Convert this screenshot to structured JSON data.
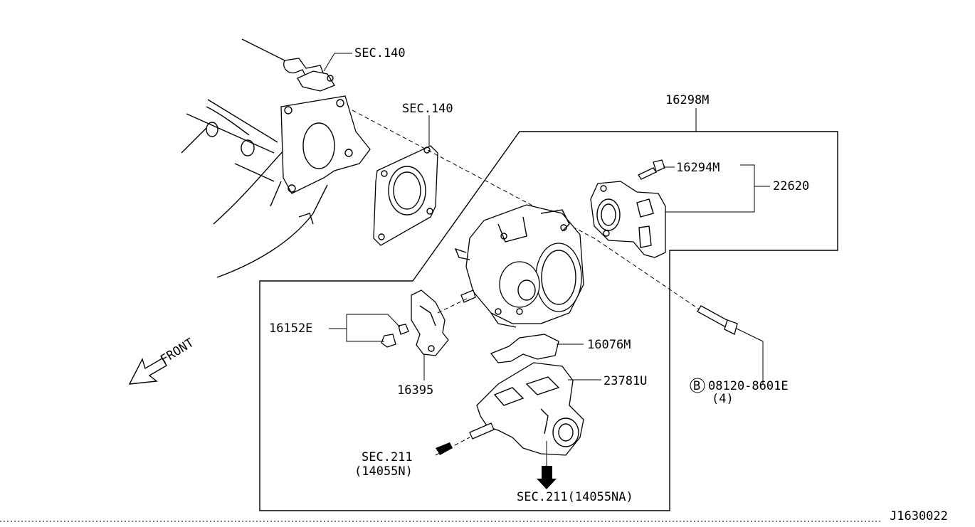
{
  "labels": {
    "sec140_top": "SEC.140",
    "sec140_mid": "SEC.140",
    "p16298M": "16298M",
    "p16294M": "16294M",
    "p22620": "22620",
    "p16152E": "16152E",
    "p16076M": "16076M",
    "p23781U": "23781U",
    "p16395": "16395",
    "bolt_part": "08120-8601E",
    "bolt_circle": "B",
    "bolt_qty": "(4)",
    "sec211_left": "SEC.211",
    "sec211_left_sub": "(14055N)",
    "sec211_bottom": "SEC.211(14055NA)",
    "front": "FRONT",
    "diagram_id": "J1630022"
  }
}
